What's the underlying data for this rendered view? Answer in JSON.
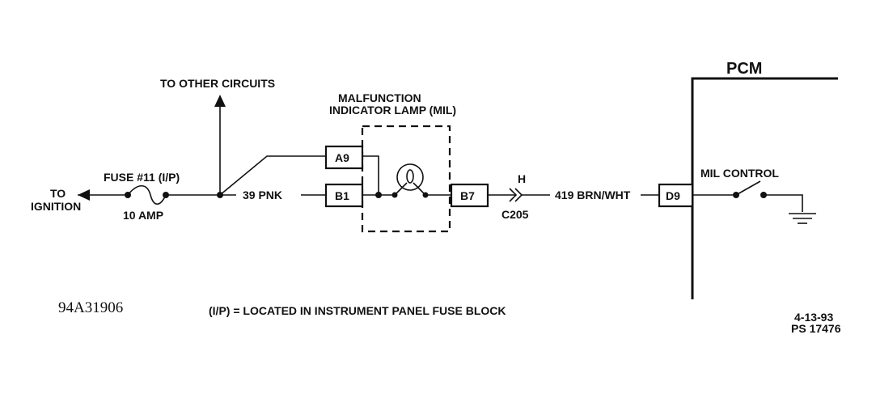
{
  "labels": {
    "to_other_circuits": "TO OTHER CIRCUITS",
    "to": "TO",
    "ignition": "IGNITION",
    "fuse": "FUSE #11 (I/P)",
    "fuse_rating": "10 AMP",
    "wire_39": "39 PNK",
    "mil_line1": "MALFUNCTION",
    "mil_line2": "INDICATOR LAMP (MIL)",
    "connector_letter": "H",
    "connector_id": "C205",
    "wire_419": "419 BRN/WHT",
    "pcm": "PCM",
    "mil_control": "MIL CONTROL",
    "footnote": "(I/P) = LOCATED IN INSTRUMENT PANEL FUSE BLOCK",
    "date": "4-13-93",
    "ps_code": "PS 17476",
    "doc_id": "94A31906"
  },
  "pins": {
    "a9": "A9",
    "b1": "B1",
    "b7": "B7",
    "d9": "D9"
  },
  "lamp_symbol": "lamp-bulb-icon"
}
